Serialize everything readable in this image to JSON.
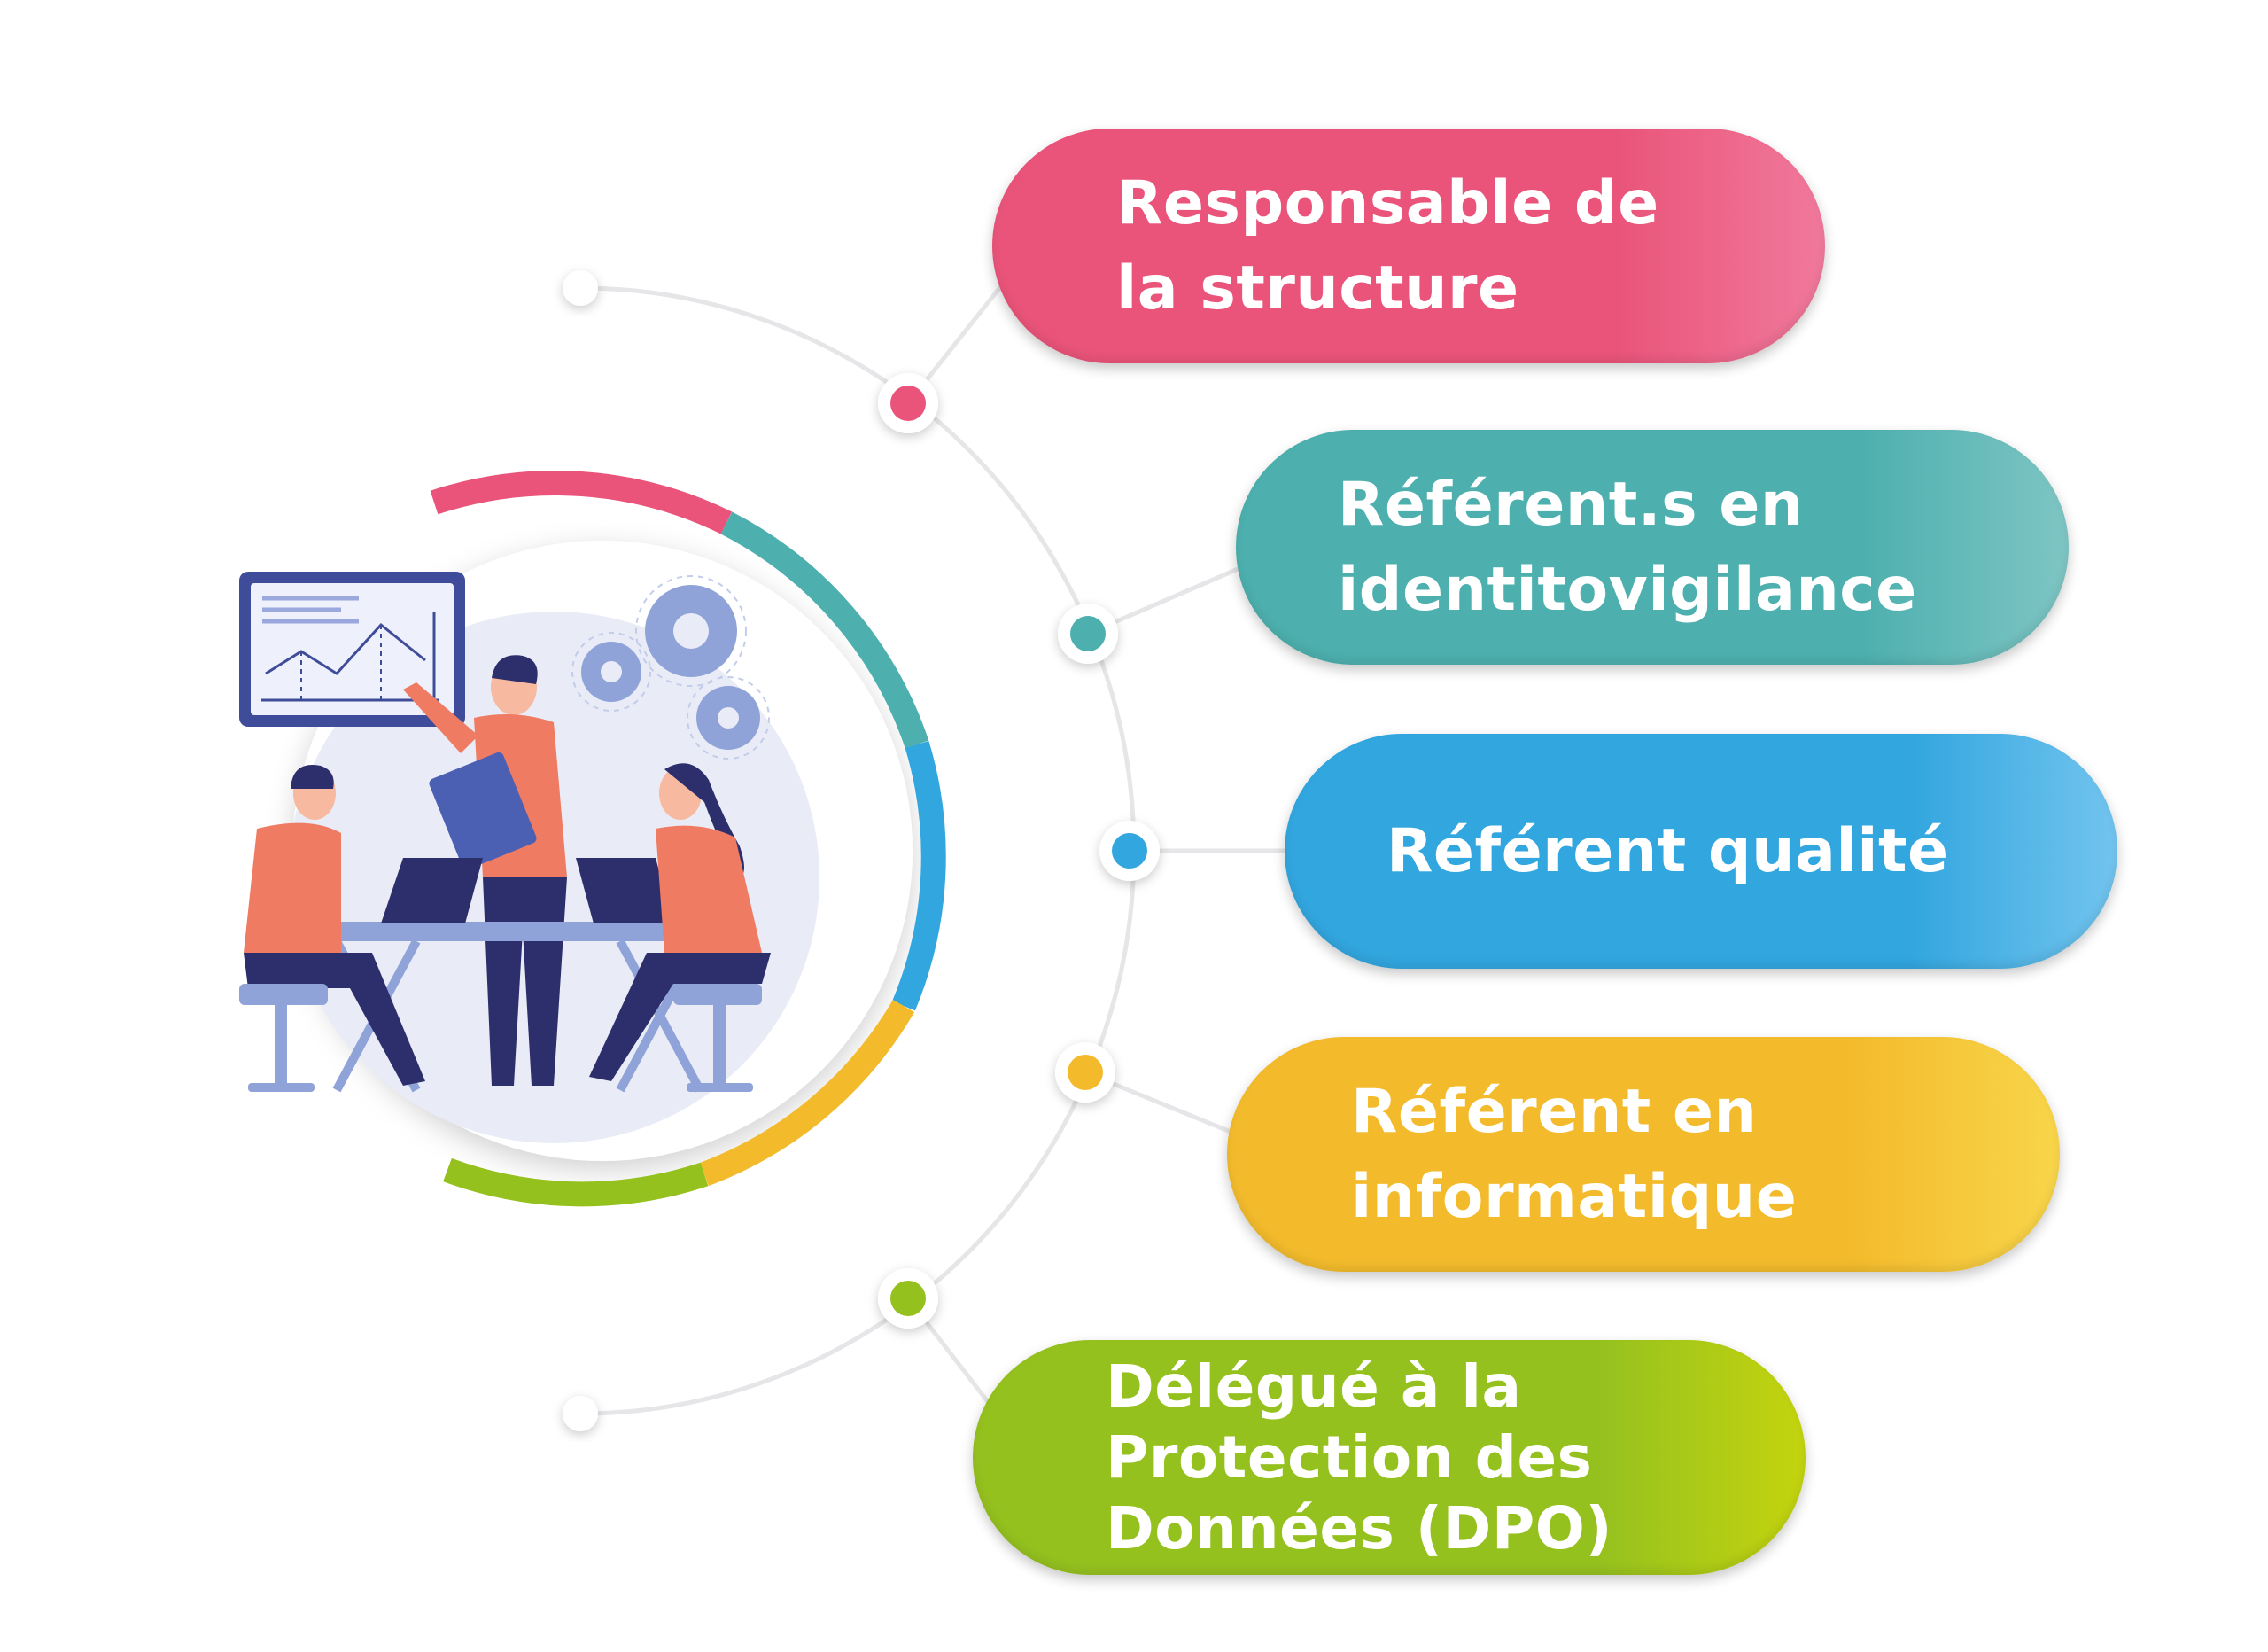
{
  "colors": {
    "pink": "#ea547a",
    "teal": "#4db0ae",
    "blue": "#32a6df",
    "yellow": "#f3bb2c",
    "green": "#95c11f",
    "connector": "#e6e6e9"
  },
  "roles": [
    {
      "id": "responsable",
      "lines": [
        "Responsable de",
        "la structure"
      ],
      "color": "#ea547a"
    },
    {
      "id": "referent-identitovigilance",
      "lines": [
        "Référent.s en",
        "identitovigilance"
      ],
      "color": "#4db0ae"
    },
    {
      "id": "referent-qualite",
      "lines": [
        "Référent qualité"
      ],
      "color": "#32a6df"
    },
    {
      "id": "referent-informatique",
      "lines": [
        "Référent en",
        "informatique"
      ],
      "color": "#f3bb2c"
    },
    {
      "id": "dpo",
      "lines": [
        "Délégué à la",
        "Protection des",
        "Données (DPO)"
      ],
      "color": "#95c11f"
    }
  ],
  "illustration": {
    "icons": [
      "presentation-board-icon",
      "chart-line-icon",
      "gear-icon",
      "laptop-icon",
      "clipboard-icon"
    ]
  }
}
